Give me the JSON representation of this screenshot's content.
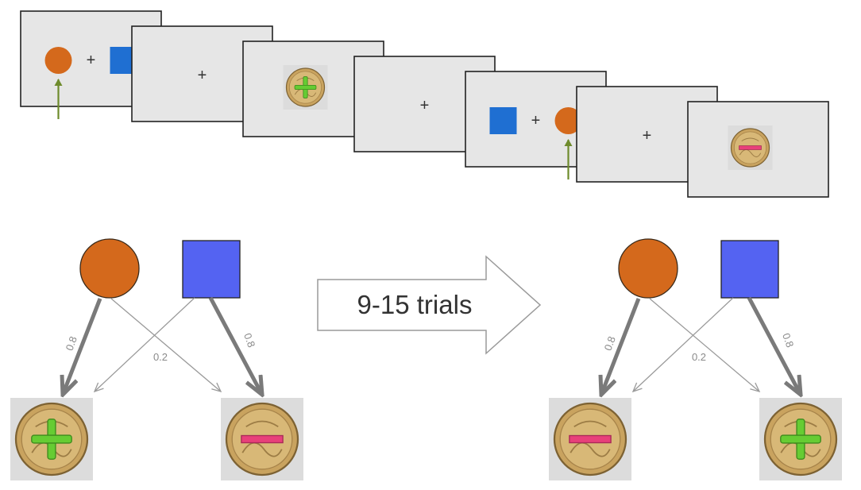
{
  "colors": {
    "orange": "#d4691c",
    "blue_bright": "#1f6fd2",
    "blue_violet": "#5463f2",
    "screen_bg": "#e6e6e6",
    "green": "#66cc33",
    "pink": "#e8407a",
    "coin": "#c9a35f",
    "pointer": "#6e8b2c",
    "arrow_thick": "#7a7a7a",
    "arrow_thin": "#9a9a9a"
  },
  "sequence": {
    "fixation": "+",
    "frames": [
      {
        "content": "choice",
        "left": "circle",
        "right": "square",
        "chosen": "left"
      },
      {
        "content": "fixation"
      },
      {
        "content": "outcome",
        "outcome": "plus"
      },
      {
        "content": "fixation"
      },
      {
        "content": "choice",
        "left": "square",
        "right": "circle",
        "chosen": "right"
      },
      {
        "content": "fixation"
      },
      {
        "content": "outcome",
        "outcome": "minus"
      }
    ]
  },
  "transition": {
    "label": "9-15 trials"
  },
  "schemes": [
    {
      "circle_common_outcome": "plus",
      "square_common_outcome": "minus",
      "common_prob": "0.8",
      "rare_prob": "0.2"
    },
    {
      "circle_common_outcome": "minus",
      "square_common_outcome": "plus",
      "common_prob": "0.8",
      "rare_prob": "0.2"
    }
  ]
}
